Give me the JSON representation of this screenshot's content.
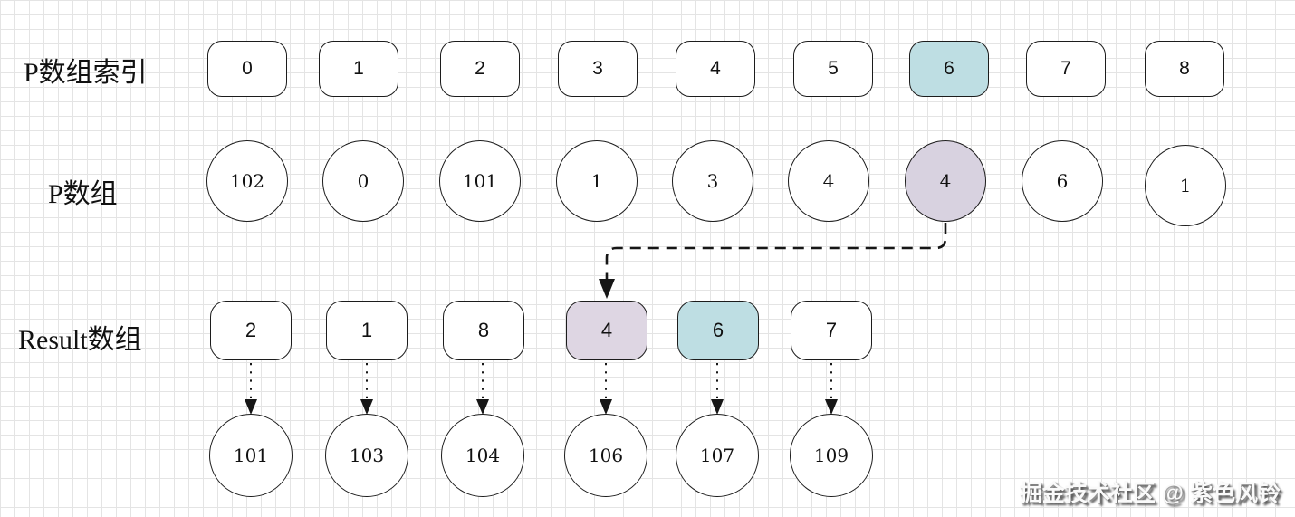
{
  "rows": {
    "p_index": {
      "label": "P数组索引",
      "cells": [
        {
          "value": "0"
        },
        {
          "value": "1"
        },
        {
          "value": "2"
        },
        {
          "value": "3"
        },
        {
          "value": "4"
        },
        {
          "value": "5"
        },
        {
          "value": "6",
          "highlight": "teal"
        },
        {
          "value": "7"
        },
        {
          "value": "8"
        }
      ]
    },
    "p_array": {
      "label": "P数组",
      "cells": [
        {
          "value": "102"
        },
        {
          "value": "0"
        },
        {
          "value": "101"
        },
        {
          "value": "1"
        },
        {
          "value": "3"
        },
        {
          "value": "4"
        },
        {
          "value": "4",
          "highlight": "purple"
        },
        {
          "value": "6"
        },
        {
          "value": "1"
        }
      ]
    },
    "result": {
      "label": "Result数组",
      "cells": [
        {
          "value": "2"
        },
        {
          "value": "1"
        },
        {
          "value": "8"
        },
        {
          "value": "4",
          "highlight": "purple"
        },
        {
          "value": "6",
          "highlight": "teal"
        },
        {
          "value": "7"
        }
      ]
    },
    "result_values": {
      "cells": [
        {
          "value": "101"
        },
        {
          "value": "103"
        },
        {
          "value": "104"
        },
        {
          "value": "106"
        },
        {
          "value": "107"
        },
        {
          "value": "109"
        }
      ]
    }
  },
  "arrows": {
    "dashed_arrow": {
      "style": "dashed",
      "from": "P数组 index 6 (value 4)",
      "to": "Result数组 index 3 (value 4)"
    },
    "dotted_arrows": {
      "style": "dotted",
      "count": 6,
      "pairs": [
        [
          "2",
          "101"
        ],
        [
          "1",
          "103"
        ],
        [
          "8",
          "104"
        ],
        [
          "4",
          "106"
        ],
        [
          "6",
          "107"
        ],
        [
          "7",
          "109"
        ]
      ]
    }
  },
  "watermark": {
    "text": "掘金技术社区 @ 紫色风铃"
  },
  "colors": {
    "teal": "#bedee3",
    "purple": "#d8d2e0",
    "purple_box": "#ded6e3",
    "stroke": "#1c1c1c",
    "grid_line": "#e4e4e4",
    "background": "#ffffff"
  }
}
